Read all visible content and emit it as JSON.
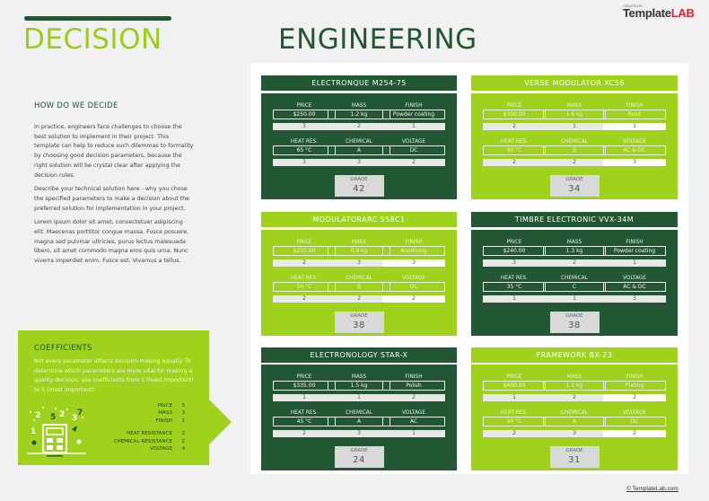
{
  "header": {
    "title_left": "DECISION",
    "title_right": "ENGINEERING",
    "brand_small": "CREATED BY",
    "brand_main": "Template",
    "brand_accent": "LAB"
  },
  "intro": {
    "heading": "HOW DO WE DECIDE",
    "paragraphs": [
      "In practice, engineers face challenges to choose the best solution to implement in their project. This template can help to reduce such dilemmas to formality by choosing good decision parameters, because the right solution will be crystal clear after applying the decision rules.",
      "Describe your technical solution here - why you chose the specified parameters to make a decision about the preferred solution for implementation in your project.",
      "Lorem ipsum dolor sit amet, consectetuer adipiscing elit. Maecenas porttitor congue massa. Fusce posuere, magna sed pulvinar ultricies, purus lectus malesuada libero, sit amet commodo magna eros quis urna. Nunc viverra imperdiet enim. Fusce est. Vivamus a tellus."
    ]
  },
  "coefficients": {
    "heading": "COEFFICIENTS",
    "text": "Not every parameter affects decision-making equally. To determine which parameters are more vital for making a quality decision, use coefficients from 1 (least important) to 5 (most important).",
    "group1": [
      {
        "label": "PRICE",
        "value": "5"
      },
      {
        "label": "MASS",
        "value": "3"
      },
      {
        "label": "FINISH",
        "value": "1"
      }
    ],
    "group2": [
      {
        "label": "HEAT RESISTANCE",
        "value": "2"
      },
      {
        "label": "CHEMICAL RESISTANCE",
        "value": "2"
      },
      {
        "label": "VOLTAGE",
        "value": "4"
      }
    ],
    "icon": "calculator-icon"
  },
  "labels": {
    "price": "PRICE",
    "mass": "MASS",
    "finish": "FINISH",
    "heat": "HEAT RES.",
    "chemical": "CHEMICAL",
    "voltage": "VOLTAGE",
    "grade": "GRADE"
  },
  "colors": {
    "dark_green": "#215732",
    "lime": "#9fd21d",
    "score_box": "#e8e8e8",
    "grade_box": "#d9d9d9"
  },
  "cards": [
    {
      "name": "ELECTRONQUE M254-75",
      "theme": "dark",
      "price": "$250.00",
      "price_score": "3",
      "mass": "1.2 kg",
      "mass_score": "2",
      "finish": "Powder coating",
      "finish_score": "1",
      "heat": "65 °C",
      "heat_score": "3",
      "chemical": "A",
      "chemical_score": "3",
      "voltage": "DC",
      "voltage_score": "2",
      "grade": "42"
    },
    {
      "name": "VERSE MODULATOR XC56",
      "theme": "lime",
      "price": "$300.00",
      "price_score": "2",
      "mass": "1.6 kg",
      "mass_score": "1",
      "finish": "Paint",
      "finish_score": "1",
      "heat": "40 °C",
      "heat_score": "2",
      "chemical": "B",
      "chemical_score": "2",
      "voltage": "AC & DC",
      "voltage_score": "3",
      "grade": "34"
    },
    {
      "name": "MODULATORARC 558C1",
      "theme": "lime",
      "price": "$310.00",
      "price_score": "2",
      "mass": "0.9 kg",
      "mass_score": "3",
      "finish": "Anodising",
      "finish_score": "3",
      "heat": "50 °C",
      "heat_score": "2",
      "chemical": "B",
      "chemical_score": "2",
      "voltage": "DC",
      "voltage_score": "2",
      "grade": "38"
    },
    {
      "name": "TIMBRE ELECTRONIC VVX-34M",
      "theme": "dark",
      "price": "$240.00",
      "price_score": "3",
      "mass": "1.3 kg",
      "mass_score": "2",
      "finish": "Powder coating",
      "finish_score": "1",
      "heat": "35 °C",
      "heat_score": "1",
      "chemical": "C",
      "chemical_score": "1",
      "voltage": "AC & DC",
      "voltage_score": "3",
      "grade": "38"
    },
    {
      "name": "ELECTRONOLOGY STAR-X",
      "theme": "dark",
      "price": "$335.00",
      "price_score": "1",
      "mass": "1.5 kg",
      "mass_score": "1",
      "finish": "Polish",
      "finish_score": "2",
      "heat": "45 °C",
      "heat_score": "2",
      "chemical": "A",
      "chemical_score": "3",
      "voltage": "AC",
      "voltage_score": "1",
      "grade": "24"
    },
    {
      "name": "FRAMEWORK BX-23",
      "theme": "lime",
      "price": "$400.00",
      "price_score": "1",
      "mass": "1.1 kg",
      "mass_score": "2",
      "finish": "Plating",
      "finish_score": "2",
      "heat": "40 °C",
      "heat_score": "2",
      "chemical": "A",
      "chemical_score": "3",
      "voltage": "DC",
      "voltage_score": "2",
      "grade": "31"
    }
  ],
  "footer": {
    "copyright": "© TemplateLab.com"
  }
}
